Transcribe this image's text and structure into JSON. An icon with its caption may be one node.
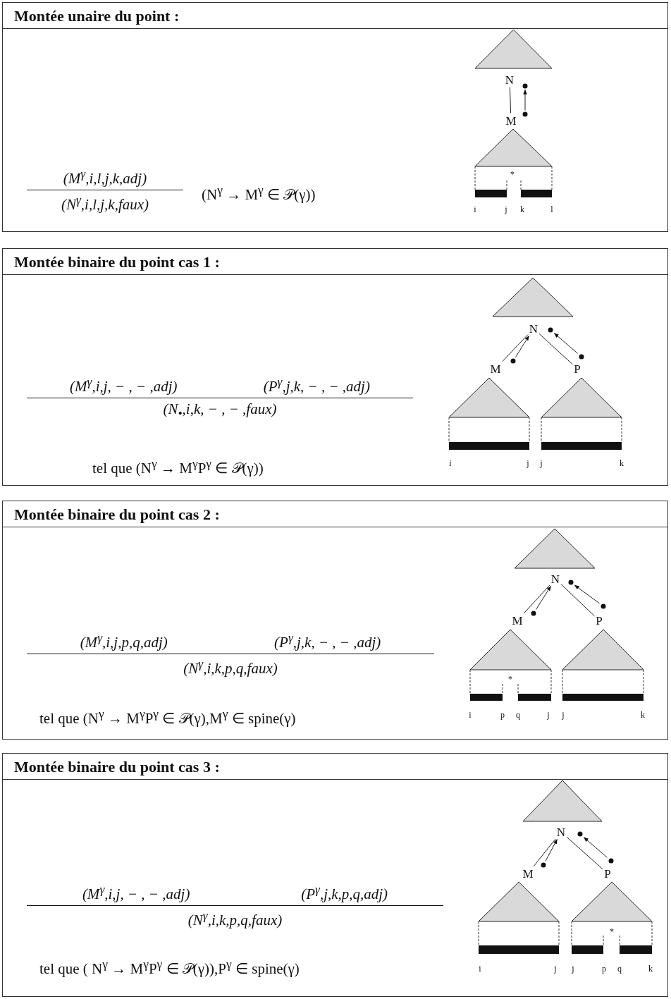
{
  "diagram": {
    "nodes": [
      {
        "text": [
          "Montée unaire du point :",
          "(M$^{γ}$,i,l,j,k,adj)",
          "(N$^{γ}$,i,l,j,k,faux)",
          "(N$^{γ}$ → M$^{γ}$ ∈ 𝒫(γ))"
        ]
      },
      {
        "text": [
          "N"
        ],
        "in": 0
      },
      {
        "text": [],
        "shape": "circle",
        "in": 0
      },
      {
        "text": [
          "M"
        ],
        "in": 0
      },
      {
        "text": [],
        "shape": "circle",
        "in": 0
      },
      {
        "text": [
          "Montée binaire du point cas 1 :",
          "(M$^{γ}$,i,j, − , − ,adj)",
          "(P$^{γ}$,j,k, − , − ,adj)",
          "(N$_{•}$,i,k, − , − ,faux)",
          "tel que (N$^{γ}$ → M$^{γ}$P$^{γ}$ ∈ 𝒫(γ))"
        ]
      },
      {
        "text": [
          "N"
        ],
        "in": 5
      },
      {
        "text": [],
        "shape": "circle",
        "in": 5
      },
      {
        "text": [
          "M"
        ],
        "in": 5
      },
      {
        "text": [],
        "shape": "circle",
        "in": 5
      },
      {
        "text": [
          "P"
        ],
        "in": 5
      },
      {
        "text": [],
        "shape": "circle",
        "in": 5
      },
      {
        "text": [
          "Montée binaire du point cas 2 :",
          "(M$^{γ}$,i,j,p,q,adj)",
          "(P$^{γ}$,j,k, − , − ,adj)",
          "(N$^{γ}$,i,k,p,q,faux)",
          "tel que (N$^{γ}$ → M$^{γ}$P$^{γ}$ ∈ 𝒫(γ),M$^{γ}$ ∈ spine(γ)"
        ]
      },
      {
        "text": [
          "N"
        ],
        "in": 12
      },
      {
        "text": [],
        "shape": "circle",
        "in": 12
      },
      {
        "text": [
          "M"
        ],
        "in": 12
      },
      {
        "text": [],
        "shape": "circle",
        "in": 12
      },
      {
        "text": [
          "P"
        ],
        "in": 12
      },
      {
        "text": [],
        "shape": "circle",
        "in": 12
      },
      {
        "text": [
          "Montée binaire du point cas 3 :",
          "(M$^{γ}$,i,j, − , − ,adj)",
          "(P$^{γ}$,j,k,p,q,adj)",
          "(N$^{γ}$,i,k,p,q,faux)",
          "tel que ( N$^{γ}$ → M$^{γ}$P$^{γ}$ ∈ 𝒫(γ)),P$^{γ}$ ∈ spine(γ)"
        ]
      },
      {
        "text": [
          "N"
        ],
        "in": 19
      },
      {
        "text": [],
        "shape": "circle",
        "in": 19
      },
      {
        "text": [
          "M"
        ],
        "in": 19
      },
      {
        "text": [],
        "shape": "circle",
        "in": 19
      },
      {
        "text": [
          "P"
        ],
        "in": 19
      },
      {
        "text": [],
        "shape": "circle",
        "in": 19
      }
    ],
    "edges": [
      {
        "from": 1,
        "to": 3,
        "arrow": "none"
      },
      {
        "from": 4,
        "to": 2,
        "arrow": "to"
      },
      {
        "from": 8,
        "to": 6,
        "arrow": "none"
      },
      {
        "from": 6,
        "to": 10,
        "arrow": "none"
      },
      {
        "from": 9,
        "to": 6,
        "arrow": "to"
      },
      {
        "from": 11,
        "to": 7,
        "arrow": "to"
      },
      {
        "from": 15,
        "to": 13,
        "arrow": "none"
      },
      {
        "from": 13,
        "to": 17,
        "arrow": "none"
      },
      {
        "from": 16,
        "to": 13,
        "arrow": "to"
      },
      {
        "from": 18,
        "to": 14,
        "arrow": "to"
      },
      {
        "from": 22,
        "to": 20,
        "arrow": "none"
      },
      {
        "from": 20,
        "to": 24,
        "arrow": "none"
      },
      {
        "from": 23,
        "to": 20,
        "arrow": "to"
      },
      {
        "from": 25,
        "to": 21,
        "arrow": "to"
      }
    ],
    "labels": [
      "*",
      "i",
      "j",
      "k",
      "l",
      "i",
      "j",
      "j",
      "k",
      "*",
      "i",
      "p",
      "q",
      "j",
      "j",
      "k",
      "*",
      "i",
      "j",
      "j",
      "p",
      "q",
      "k"
    ]
  }
}
